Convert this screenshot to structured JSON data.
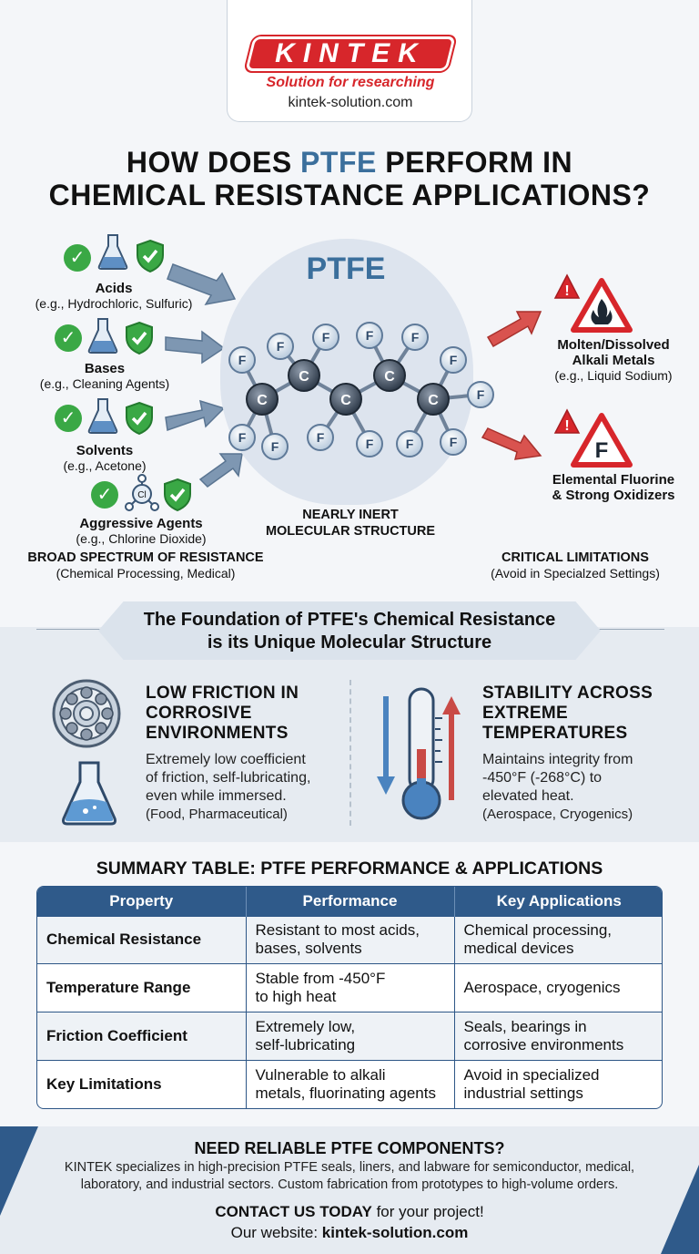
{
  "brand": {
    "name": "KINTEK",
    "tagline": "Solution for researching",
    "url": "kintek-solution.com",
    "color_red": "#d7262b",
    "color_blue": "#2f5a8a"
  },
  "title": {
    "line1_pre": "HOW DOES ",
    "line1_highlight": "PTFE",
    "line1_post": " PERFORM IN",
    "line2": "CHEMICAL RESISTANCE APPLICATIONS?"
  },
  "resistance": {
    "items": [
      {
        "name": "Acids",
        "example": "(e.g., Hydrochloric, Sulfuric)"
      },
      {
        "name": "Bases",
        "example": "(e.g., Cleaning Agents)"
      },
      {
        "name": "Solvents",
        "example": "(e.g., Acetone)"
      },
      {
        "name": "Aggressive Agents",
        "example": "(e.g., Chlorine Dioxide)",
        "icon_text": "Cl"
      }
    ],
    "caption": "BROAD SPECTRUM OF RESISTANCE",
    "caption_sub": "(Chemical Processing, Medical)"
  },
  "molecule": {
    "title": "PTFE",
    "atom_c": "C",
    "atom_f": "F",
    "caption_line1": "NEARLY INERT",
    "caption_line2": "MOLECULAR STRUCTURE"
  },
  "limitations": {
    "items": [
      {
        "line1": "Molten/Dissolved",
        "line2": "Alkali Metals",
        "example": "(e.g., Liquid Sodium)"
      },
      {
        "line1": "Elemental Fluorine",
        "line2": "& Strong Oxidizers",
        "icon_text": "F"
      }
    ],
    "caption": "CRITICAL LIMITATIONS",
    "caption_sub": "(Avoid in Specialzed Settings)",
    "warn_symbol": "!"
  },
  "foundation": {
    "title_line1": "The Foundation of PTFE's Chemical Resistance",
    "title_line2": "is its Unique Molecular Structure",
    "friction": {
      "heading": [
        "LOW FRICTION IN",
        "CORROSIVE",
        "ENVIRONMENTS"
      ],
      "body": [
        "Extremely low coefficient",
        "of friction, self-lubricating,",
        "even while immersed.",
        "(Food, Pharmaceutical)"
      ]
    },
    "temperature": {
      "heading": [
        "STABILITY ACROSS",
        "EXTREME",
        "TEMPERATURES"
      ],
      "body": [
        "Maintains integrity from",
        "-450°F (-268°C) to",
        "elevated heat.",
        "(Aerospace, Cryogenics)"
      ]
    }
  },
  "summary": {
    "title": "SUMMARY TABLE: PTFE PERFORMANCE & APPLICATIONS",
    "headers": [
      "Property",
      "Performance",
      "Key Applications"
    ],
    "rows": [
      {
        "property": "Chemical Resistance",
        "performance": [
          "Resistant to most acids,",
          "bases, solvents"
        ],
        "applications": [
          "Chemical processing,",
          "medical devices"
        ]
      },
      {
        "property": "Temperature Range",
        "performance": [
          "Stable from -450°F",
          "to high heat"
        ],
        "applications": [
          "Aerospace, cryogenics"
        ]
      },
      {
        "property": "Friction Coefficient",
        "performance": [
          "Extremely low,",
          "self-lubricating"
        ],
        "applications": [
          "Seals, bearings in",
          "corrosive environments"
        ]
      },
      {
        "property": "Key Limitations",
        "performance": [
          "Vulnerable to alkali",
          "metals, fluorinating agents"
        ],
        "applications": [
          "Avoid in specialized",
          "industrial settings"
        ]
      }
    ]
  },
  "footer": {
    "heading": "NEED RELIABLE PTFE COMPONENTS?",
    "body_line1": "KINTEK specializes in high-precision PTFE seals, liners, and labware for semiconductor, medical,",
    "body_line2": "laboratory, and industrial sectors. Custom fabrication from prototypes to high-volume orders.",
    "cta_bold": "CONTACT US TODAY",
    "cta_rest": " for your project!",
    "website_label": "Our website: ",
    "website": "kintek-solution.com"
  }
}
